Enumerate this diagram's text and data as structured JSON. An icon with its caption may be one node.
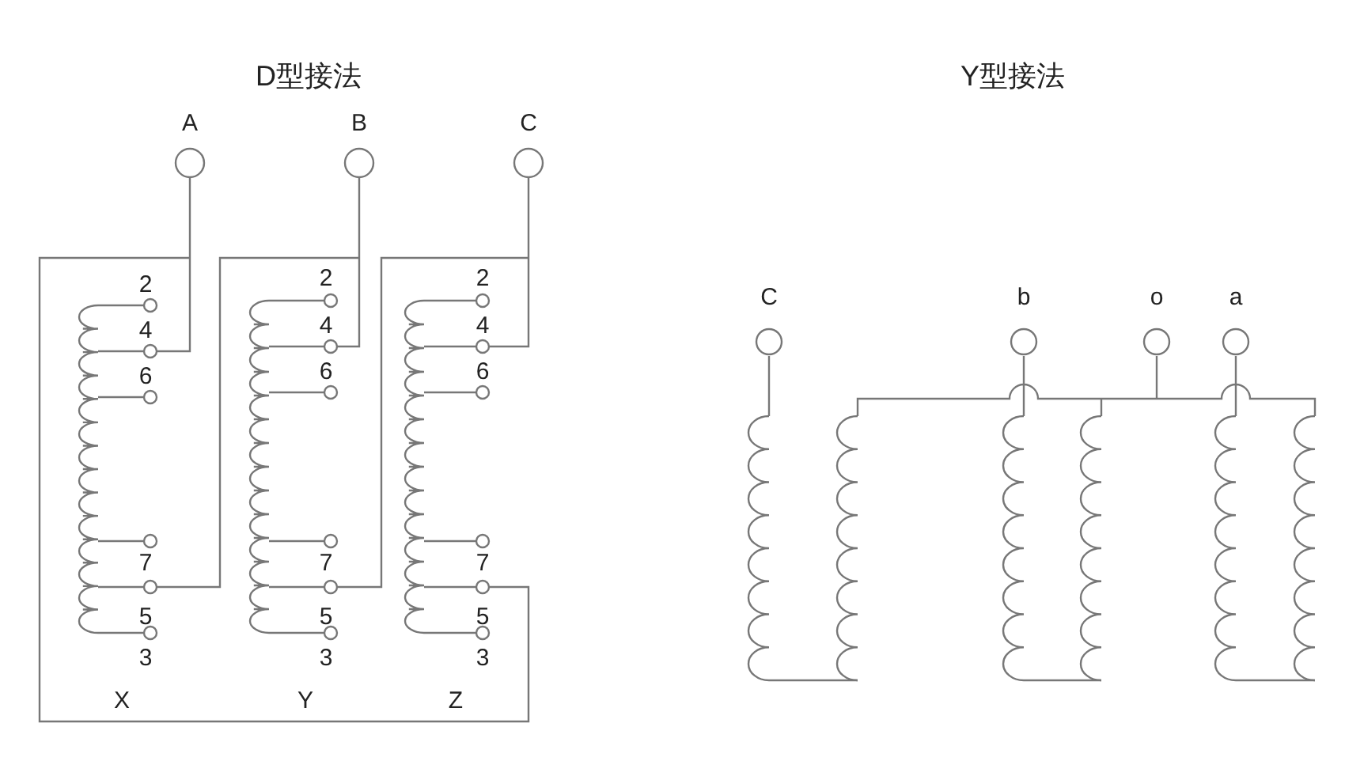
{
  "diagram": {
    "labels": [
      "D型接法",
      "Y型接法",
      "A",
      "B",
      "C",
      "C",
      "b",
      "o",
      "a",
      "2",
      "2",
      "2",
      "4",
      "4",
      "4",
      "6",
      "6",
      "6",
      "7",
      "7",
      "7",
      "5",
      "5",
      "5",
      "3",
      "3",
      "3",
      "X",
      "Y",
      "Z"
    ]
  }
}
